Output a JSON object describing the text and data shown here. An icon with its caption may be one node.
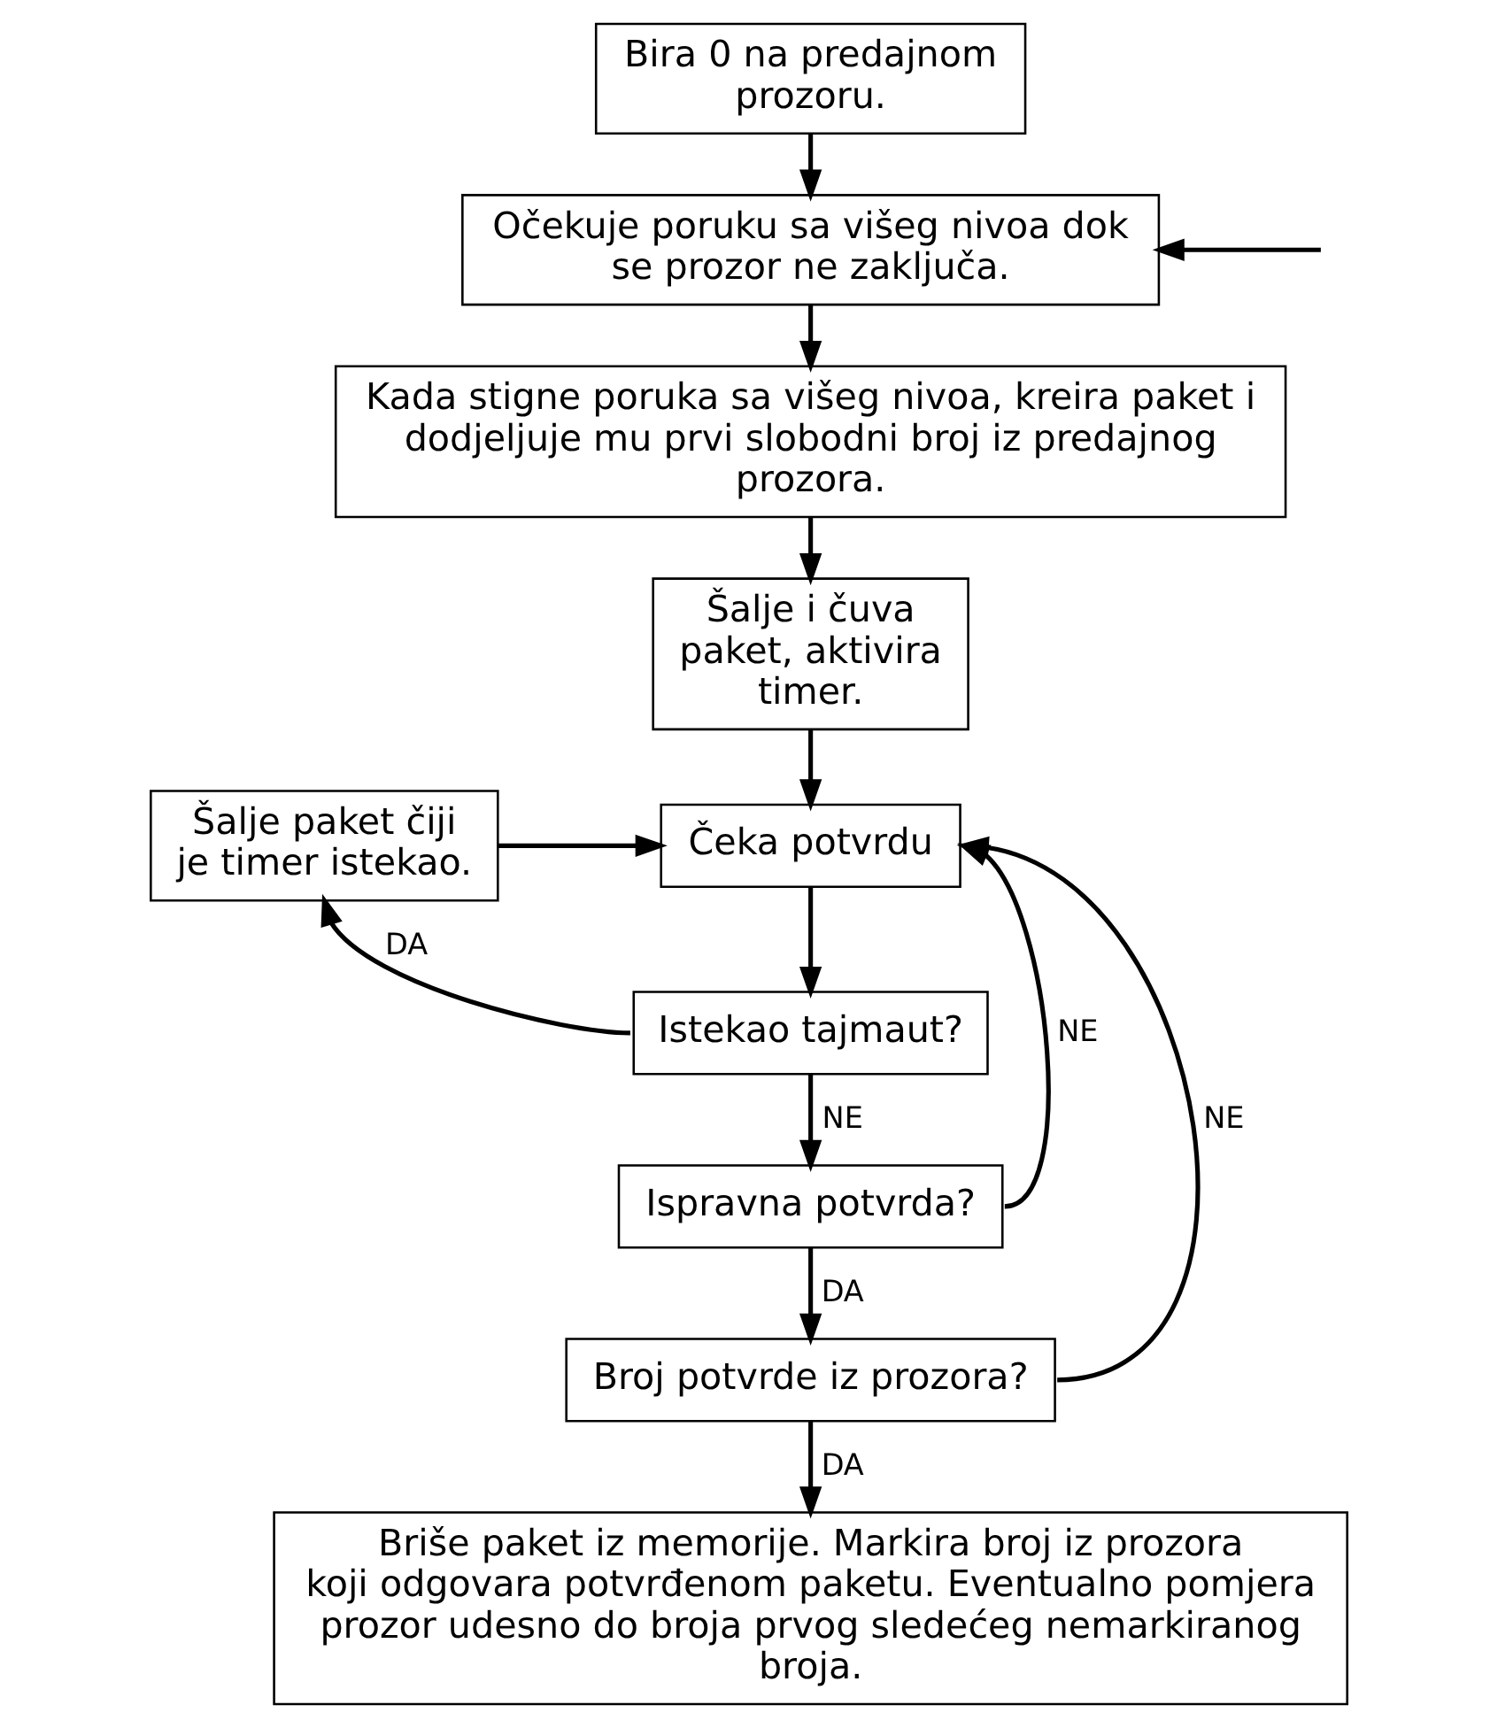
{
  "diagram": {
    "nodes": [
      {
        "text": [
          "Bira 0 na predajnom prozoru."
        ]
      },
      {
        "text": [
          "Očekuje poruku sa višeg nivoa dok se prozor ne zaključa."
        ]
      },
      {
        "text": [
          "Kada stigne poruka sa višeg nivoa, kreira paket i dodjeljuje mu prvi slobodni broj iz predajnog prozora."
        ]
      },
      {
        "text": [
          "Šalje i čuva paket, aktivira timer."
        ]
      },
      {
        "text": [
          "Šalje paket čiji je timer istekao."
        ]
      },
      {
        "text": [
          "Čeka potvrdu"
        ]
      },
      {
        "text": [
          "Istekao tajmaut?"
        ]
      },
      {
        "text": [
          "Ispravna potvrda?"
        ]
      },
      {
        "text": [
          "Broj potvrde iz prozora?"
        ]
      },
      {
        "text": [
          "Briše paket iz memorije. Markira broj iz prozora koji odgovara potvrđenom paketu. Eventualno pomjera prozor udesno do broja prvog sledećeg nemarkiranog broja."
        ]
      }
    ],
    "edges": [
      {
        "from": 0,
        "to": 1,
        "arrow": "to"
      },
      {
        "from": null,
        "to": 1,
        "arrow": "to"
      },
      {
        "from": 1,
        "to": 2,
        "arrow": "to"
      },
      {
        "from": 2,
        "to": 3,
        "arrow": "to"
      },
      {
        "from": 3,
        "to": 5,
        "arrow": "to"
      },
      {
        "from": 4,
        "to": 5,
        "arrow": "to"
      },
      {
        "from": 5,
        "to": 6,
        "arrow": "to"
      },
      {
        "from": 6,
        "to": 4,
        "arrow": "to",
        "label": "DA"
      },
      {
        "from": 6,
        "to": 7,
        "arrow": "to",
        "label": "NE"
      },
      {
        "from": 7,
        "to": 5,
        "arrow": "to",
        "label": "NE"
      },
      {
        "from": 7,
        "to": 8,
        "arrow": "to",
        "label": "DA"
      },
      {
        "from": 8,
        "to": 5,
        "arrow": "to",
        "label": "NE"
      },
      {
        "from": 8,
        "to": 9,
        "arrow": "to",
        "label": "DA"
      }
    ]
  }
}
